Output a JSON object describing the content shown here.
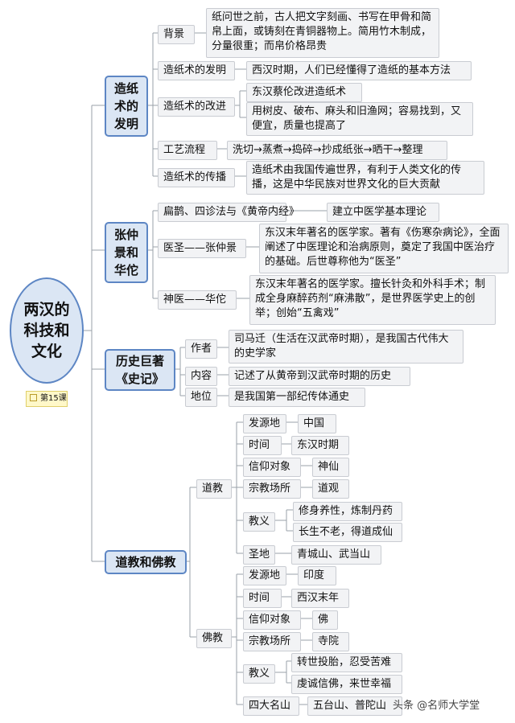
{
  "root": {
    "title": "两汉的科技和文化",
    "lesson": "第15课"
  },
  "paper": {
    "title": "造纸术的发明",
    "background_label": "背景",
    "background_text": "纸问世之前，古人把文字刻画、书写在甲骨和简帛上面，或铸刻在青铜器物上。简用竹木制成，分量很重；而帛价格昂贵",
    "invention_label": "造纸术的发明",
    "invention_text": "西汉时期，人们已经懂得了造纸的基本方法",
    "improve_label": "造纸术的改进",
    "improve_a": "东汉蔡伦改进造纸术",
    "improve_b": "用树皮、破布、麻头和旧渔网；容易找到，又便宜，质量也提高了",
    "process_label": "工艺流程",
    "process_text": "洗切→蒸煮→捣碎→抄成纸张→晒干→整理",
    "spread_label": "造纸术的传播",
    "spread_text": "造纸术由我国传遍世界，有利于人类文化的传播，这是中华民族对世界文化的巨大贡献"
  },
  "medicine": {
    "title": "张仲景和华佗",
    "bianque_label": "扁鹊、四诊法与《黄帝内经》",
    "bianque_text": "建立中医学基本理论",
    "zhang_label": "医圣——张仲景",
    "zhang_text": "东汉末年著名的医学家。著有《伤寒杂病论》，全面阐述了中医理论和治病原则，奠定了我国中医治疗的基础。后世尊称他为“医圣”",
    "hua_label": "神医——华佗",
    "hua_text": "东汉末年著名的医学家。擅长针灸和外科手术；制成全身麻醉药剂“麻沸散”，是世界医学史上的创举；创始“五禽戏”"
  },
  "shiji": {
    "title": "历史巨著《史记》",
    "author_label": "作者",
    "author_text": "司马迁（生活在汉武帝时期），是我国古代伟大的史学家",
    "content_label": "内容",
    "content_text": "记述了从黄帝到汉武帝时期的历史",
    "status_label": "地位",
    "status_text": "是我国第一部纪传体通史"
  },
  "religion": {
    "title": "道教和佛教",
    "taoism": {
      "label": "道教",
      "origin_label": "发源地",
      "origin": "中国",
      "time_label": "时间",
      "time": "东汉时期",
      "belief_label": "信仰对象",
      "belief": "神仙",
      "place_label": "宗教场所",
      "place": "道观",
      "doctrine_label": "教义",
      "doctrine_a": "修身养性，炼制丹药",
      "doctrine_b": "长生不老，得道成仙",
      "holy_label": "圣地",
      "holy": "青城山、武当山"
    },
    "buddhism": {
      "label": "佛教",
      "origin_label": "发源地",
      "origin": "印度",
      "time_label": "时间",
      "time": "西汉末年",
      "belief_label": "信仰对象",
      "belief": "佛",
      "place_label": "宗教场所",
      "place": "寺院",
      "doctrine_label": "教义",
      "doctrine_a": "转世投胎，忍受苦难",
      "doctrine_b": "虔诚信佛，来世幸福",
      "mountains_label": "四大名山",
      "mountains": "五台山、普陀山"
    }
  },
  "watermark": "头条 @名师大学堂"
}
